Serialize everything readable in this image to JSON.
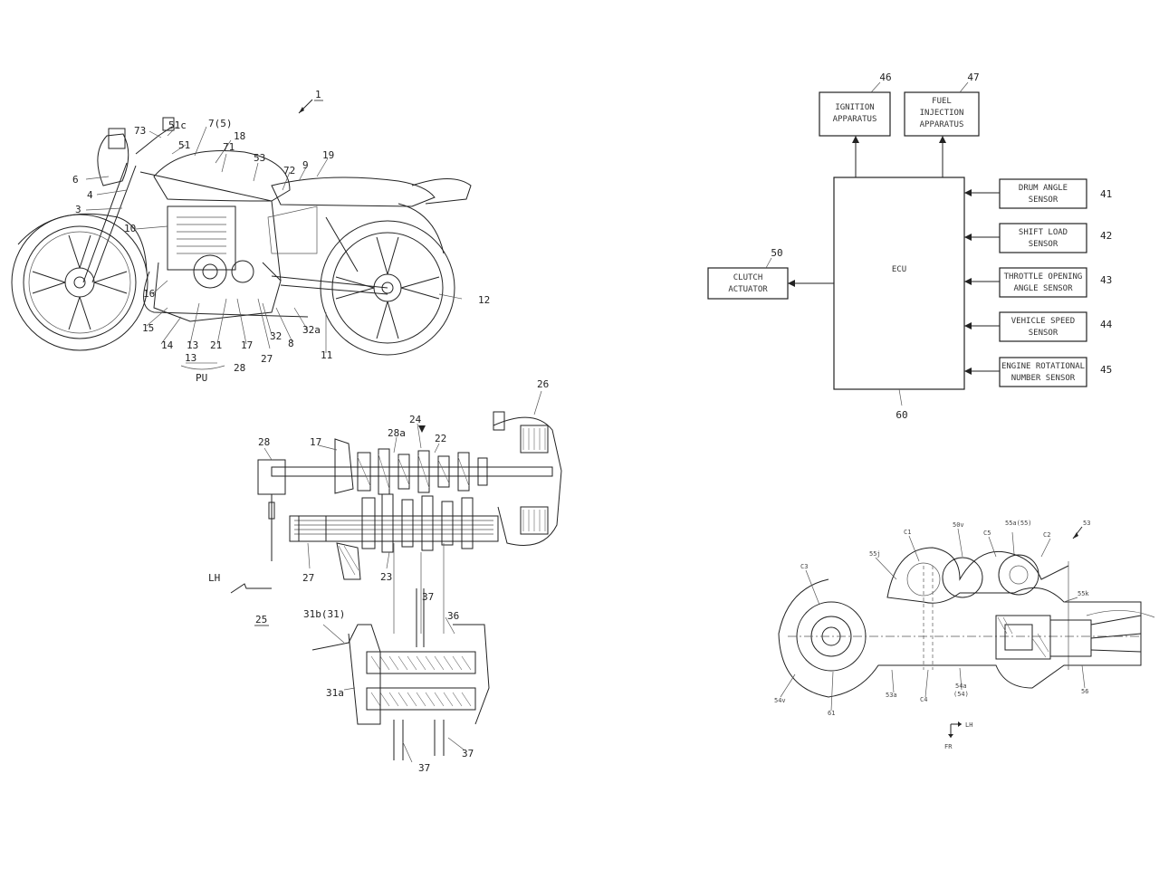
{
  "motorcycle": {
    "figure_ref": "1",
    "labels": [
      "51c",
      "7(5)",
      "18",
      "73",
      "51",
      "71",
      "53",
      "72",
      "9",
      "19",
      "6",
      "4",
      "3",
      "10",
      "16",
      "15",
      "14",
      "13",
      "21",
      "17",
      "32",
      "8",
      "32a",
      "11",
      "12",
      "28",
      "27",
      "PU"
    ]
  },
  "block_diagram": {
    "ecu": {
      "label": "ECU",
      "ref": "60"
    },
    "outputs": [
      {
        "ref": "46",
        "line1": "IGNITION",
        "line2": "APPARATUS",
        "line3": ""
      },
      {
        "ref": "47",
        "line1": "FUEL",
        "line2": "INJECTION",
        "line3": "APPARATUS"
      }
    ],
    "clutch": {
      "ref": "50",
      "line1": "CLUTCH",
      "line2": "ACTUATOR"
    },
    "sensors": [
      {
        "ref": "41",
        "line1": "DRUM ANGLE",
        "line2": "SENSOR"
      },
      {
        "ref": "42",
        "line1": "SHIFT LOAD",
        "line2": "SENSOR"
      },
      {
        "ref": "43",
        "line1": "THROTTLE OPENING",
        "line2": "ANGLE SENSOR"
      },
      {
        "ref": "44",
        "line1": "VEHICLE SPEED",
        "line2": "SENSOR"
      },
      {
        "ref": "45",
        "line1": "ENGINE ROTATIONAL",
        "line2": "NUMBER SENSOR"
      }
    ]
  },
  "transmission": {
    "labels": [
      "26",
      "24",
      "28a",
      "22",
      "28",
      "17",
      "27",
      "23",
      "LH",
      "25",
      "31b(31)",
      "37",
      "36",
      "31a",
      "37",
      "37"
    ]
  },
  "actuator_detail": {
    "labels": [
      "53",
      "C1",
      "50v",
      "C5",
      "55a(55)",
      "C2",
      "C3",
      "55j",
      "55k",
      "54v",
      "61",
      "53a",
      "C4",
      "54a",
      "(54)",
      "56",
      "LH",
      "FR"
    ]
  }
}
